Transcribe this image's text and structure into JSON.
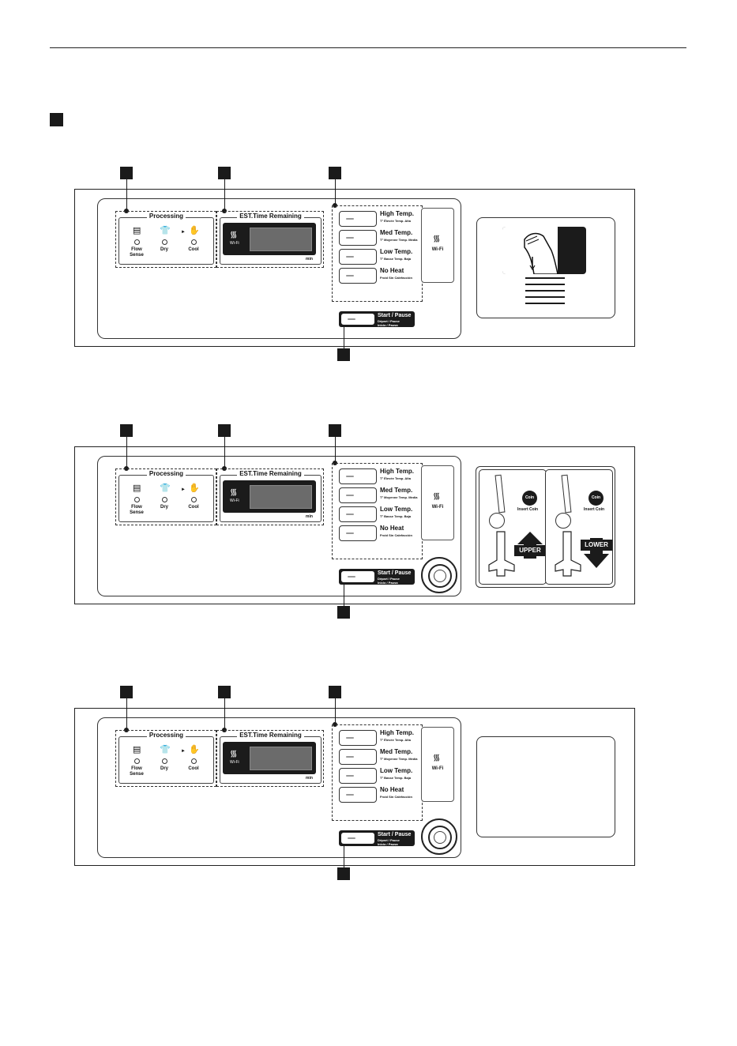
{
  "panel": {
    "processing": {
      "title": "Processing",
      "steps": [
        {
          "icon": "flow-sense-icon",
          "label_line1": "Flow",
          "label_line2": "Sense"
        },
        {
          "icon": "dry-icon",
          "label_line1": "Dry",
          "label_line2": ""
        },
        {
          "icon": "cool-icon",
          "label_line1": "Cool",
          "label_line2": ""
        }
      ],
      "arrow": "►"
    },
    "timer": {
      "title": "EST.Time Remaining",
      "wifi_label": "Wi-Fi",
      "unit": "min"
    },
    "temps": [
      {
        "label": "High Temp.",
        "sub": "T° Élevée  Temp. Alta"
      },
      {
        "label": "Med Temp.",
        "sub": "T° Moyenne  Temp. Media"
      },
      {
        "label": "Low Temp.",
        "sub": "T° Basse  Temp. Baja"
      },
      {
        "label": "No Heat",
        "sub": "Froid  Sin Calefacción"
      }
    ],
    "wifi": {
      "label": "Wi-Fi"
    },
    "start": {
      "label": "Start / Pause",
      "sub1": "Départ / Pause",
      "sub2": "Inicio / Pausa"
    }
  },
  "coin_box": {
    "coin": "Coin",
    "insert": "Insert Coin",
    "upper": "UPPER",
    "lower": "LOWER"
  },
  "icons": {
    "wifi": "wifi-icon",
    "card": "card-insert-icon",
    "knob": "dial-knob-icon"
  }
}
